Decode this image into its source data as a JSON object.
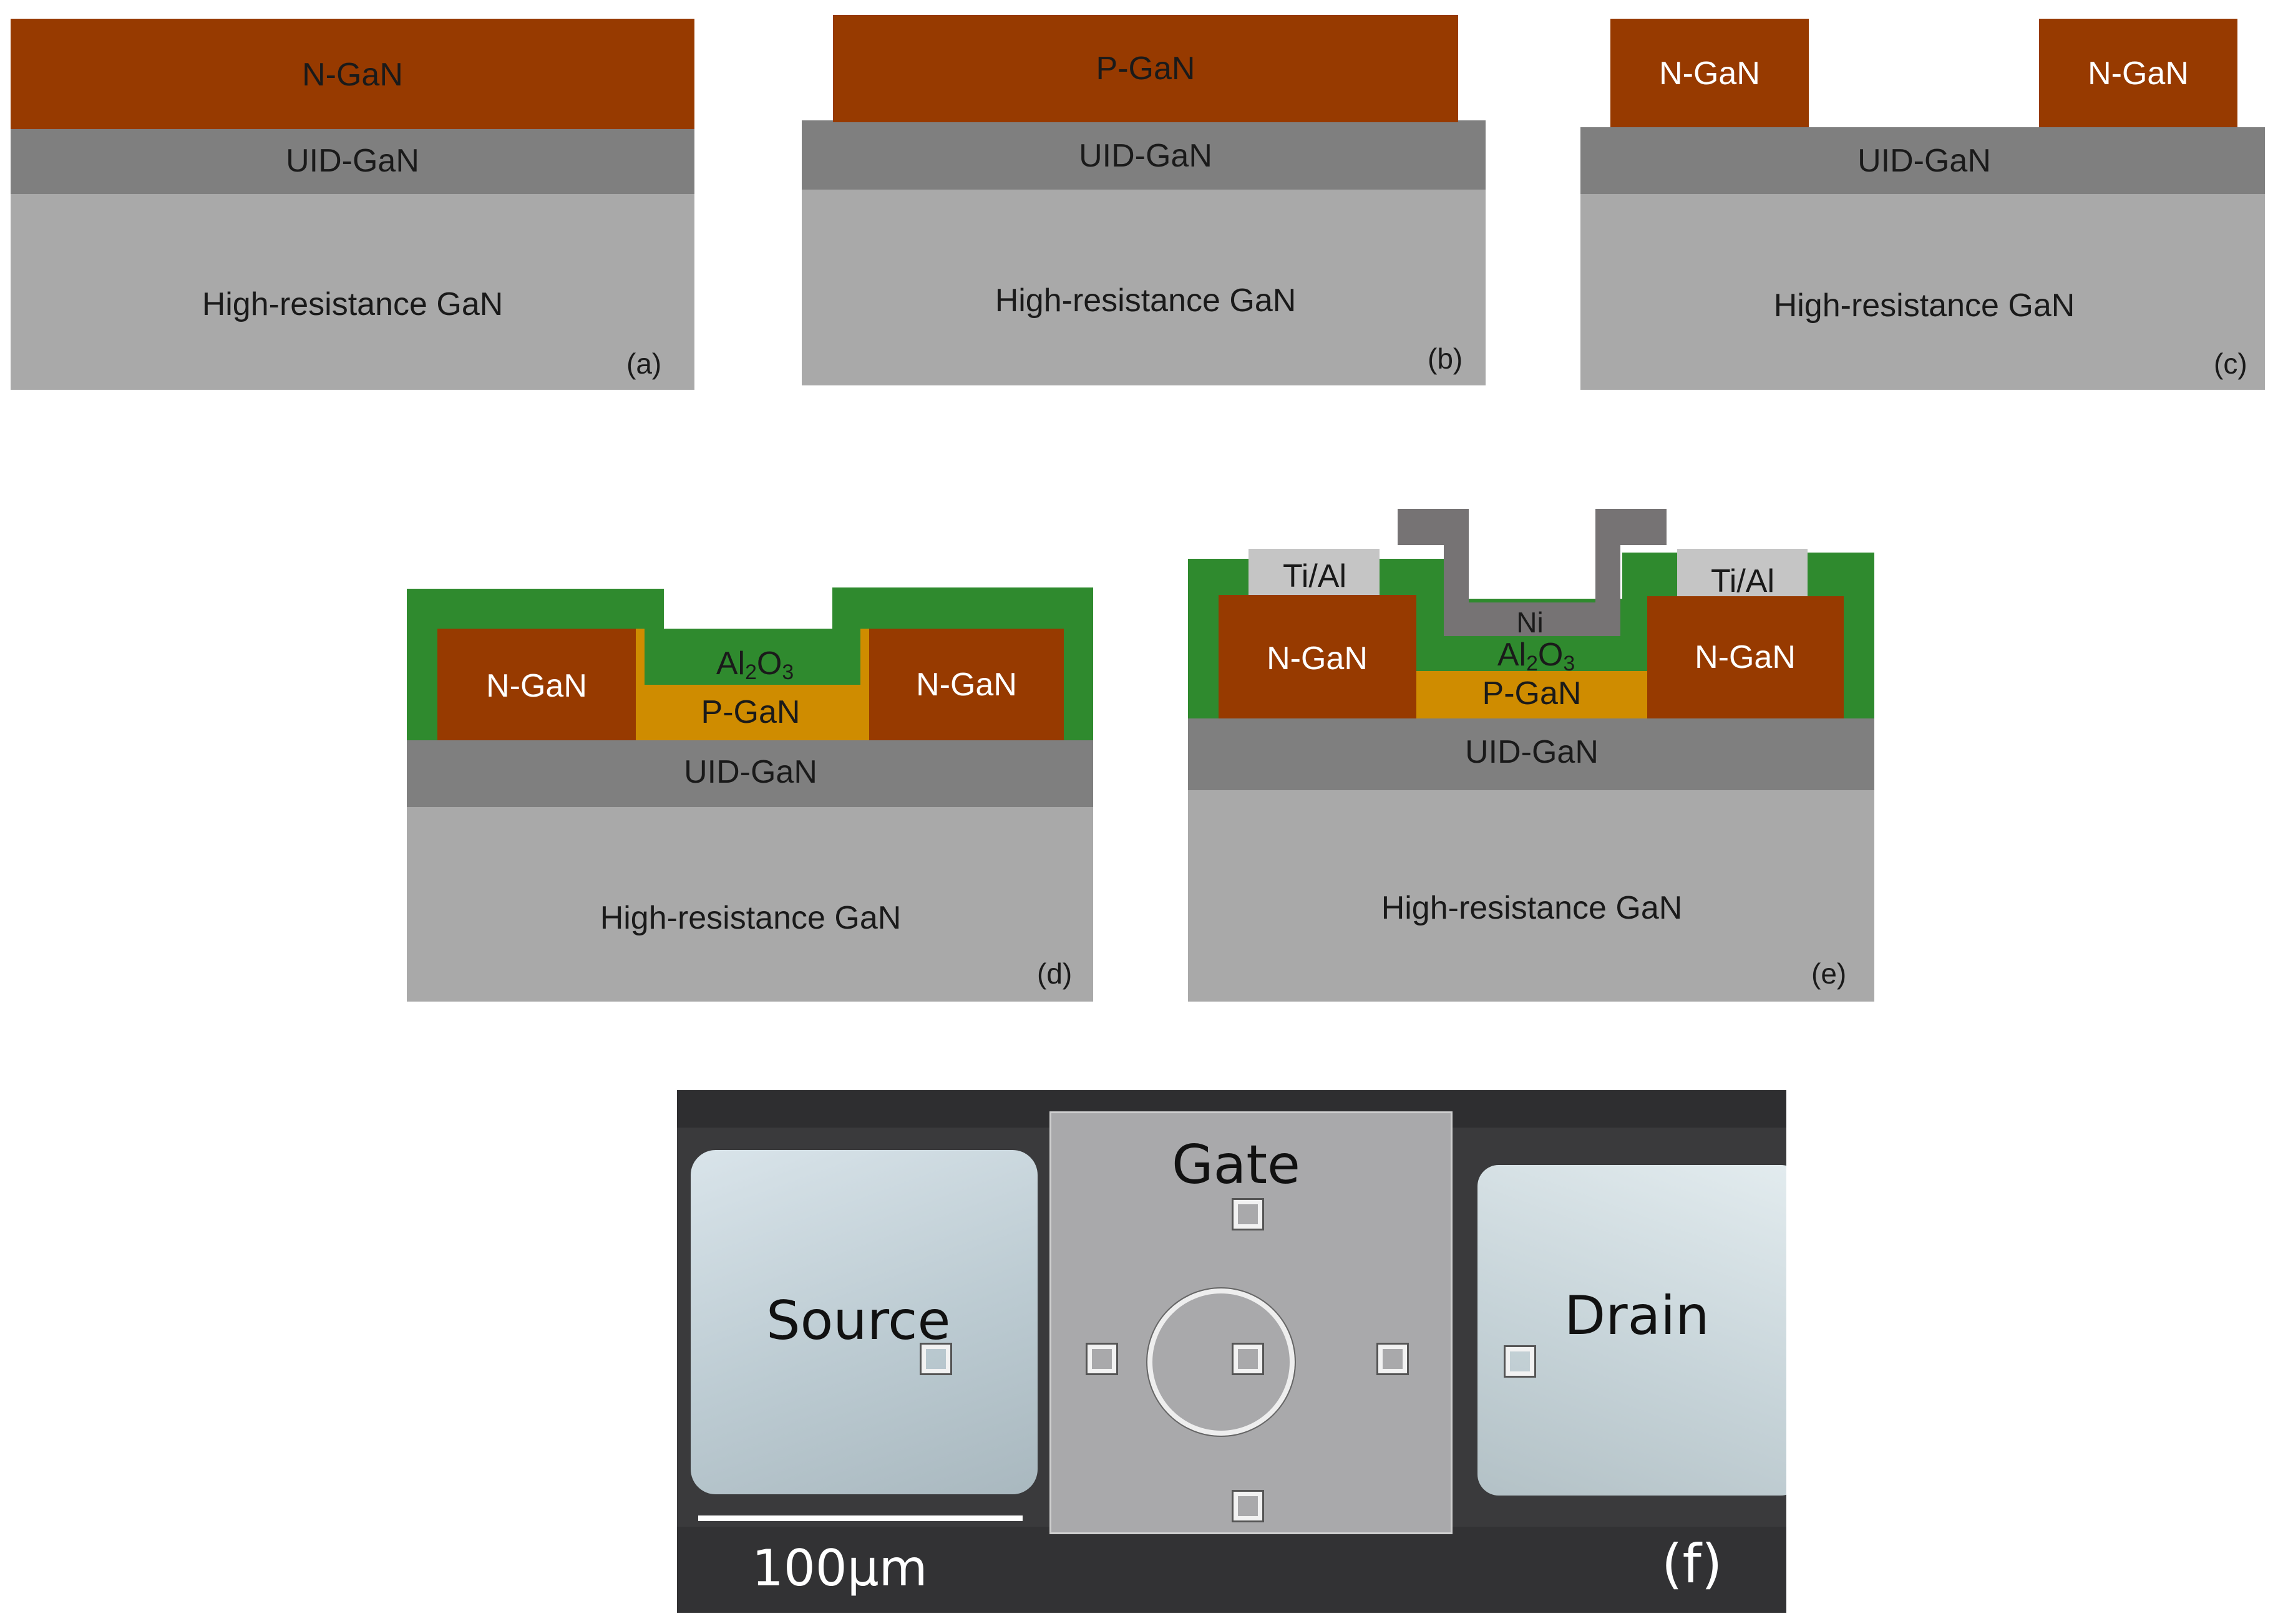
{
  "labels": {
    "n_gan": "N-GaN",
    "p_gan": "P-GaN",
    "uid_gan": "UID-GaN",
    "high_res_gan": "High-resistance GaN",
    "al2o3_main": "Al",
    "al2o3_sub1": "2",
    "al2o3_mid": "O",
    "al2o3_sub2": "3",
    "ti_al": "Ti/Al",
    "ni": "Ni"
  },
  "panels": {
    "a": "(a)",
    "b": "(b)",
    "c": "(c)",
    "d": "(d)",
    "e": "(e)",
    "f": "(f)"
  },
  "photo": {
    "source": "Source",
    "gate": "Gate",
    "drain": "Drain",
    "scale_bar": "100µm"
  },
  "colors": {
    "n_gan": "#973a00",
    "p_gan": "#cf8c00",
    "uid_gan": "#7f7f7f",
    "high_res_gan": "#a9a9a9",
    "al2o3": "#2f8a2e",
    "ti_al": "#c5c5c5",
    "ni": "#767374"
  }
}
